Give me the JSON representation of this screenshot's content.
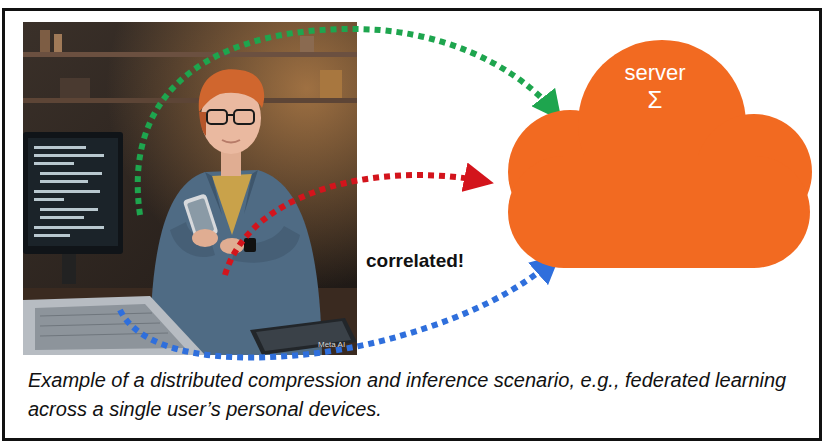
{
  "diagram": {
    "caption": "Example of a distributed compression and inference scenario, e.g., federated learning across a single user’s personal devices.",
    "nodes": [
      {
        "text": [
          "server",
          "Σ"
        ]
      }
    ],
    "labels": [
      "correlated!",
      "Meta AI"
    ]
  }
}
